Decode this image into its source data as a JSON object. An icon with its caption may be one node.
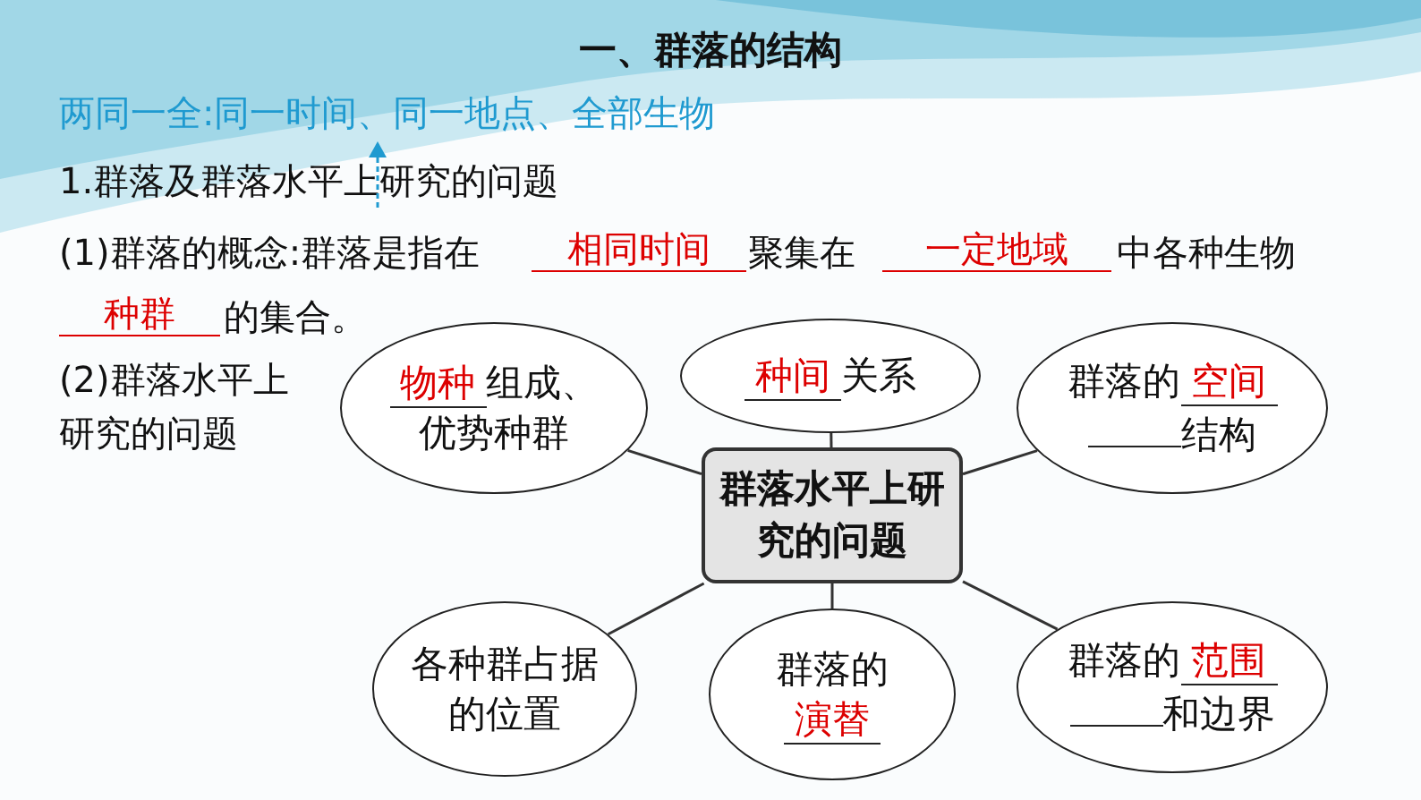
{
  "diagram": {
    "title": "一、群落的结构",
    "nodes": [
      {
        "text": [
          "群落水平上研究的问题"
        ]
      },
      {
        "text": [
          "物种",
          "组成、优势种群"
        ]
      },
      {
        "text": [
          "种间",
          "关系"
        ]
      },
      {
        "text": [
          "群落的",
          "空间",
          "结构"
        ]
      },
      {
        "text": [
          "各种群占据的位置"
        ]
      },
      {
        "text": [
          "群落的",
          "演替"
        ]
      },
      {
        "text": [
          "群落的",
          "范围",
          "和边界"
        ]
      }
    ],
    "edges": [
      {
        "from": 0,
        "to": 1,
        "arrow": "none"
      },
      {
        "from": 0,
        "to": 2,
        "arrow": "none"
      },
      {
        "from": 0,
        "to": 3,
        "arrow": "none"
      },
      {
        "from": 0,
        "to": 4,
        "arrow": "none"
      },
      {
        "from": 0,
        "to": 5,
        "arrow": "none"
      },
      {
        "from": 0,
        "to": 6,
        "arrow": "none"
      }
    ],
    "labels": [
      "两同一全:同一时间、同一地点、全部生物",
      "1.群落及群落水平上研究的问题",
      "(1)群落的概念:群落是指在",
      "相同时间",
      "聚集在",
      "一定地域",
      "中各种生物",
      "种群",
      "的集合。",
      "(2)群落水平上研究的问题"
    ]
  }
}
